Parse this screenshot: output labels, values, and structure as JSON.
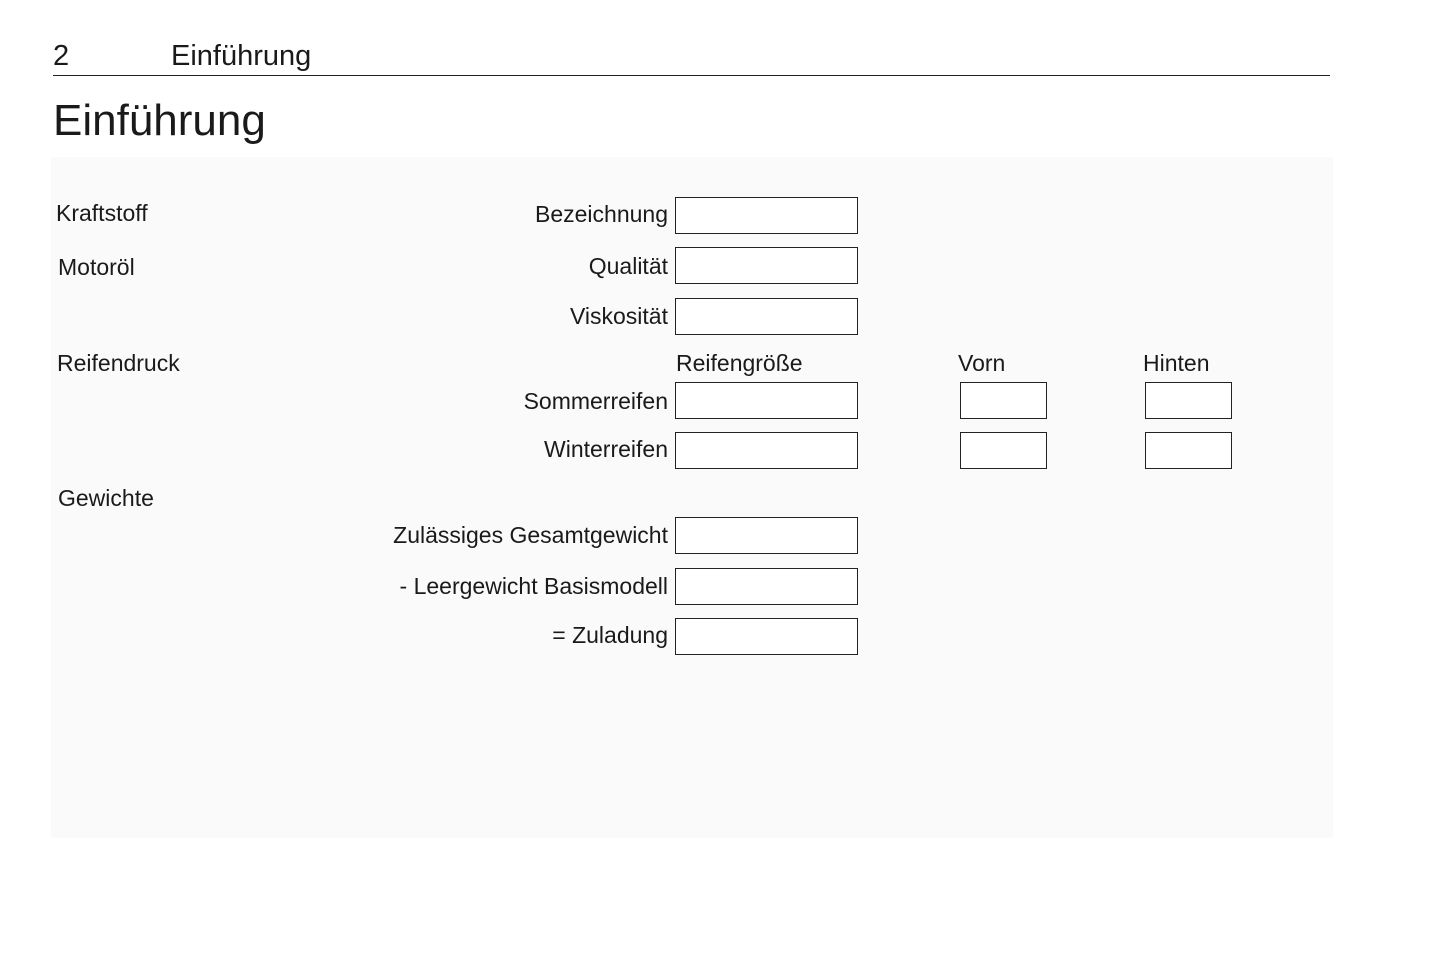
{
  "header": {
    "page_number": "2",
    "section": "Einführung"
  },
  "title": "Einführung",
  "form": {
    "kraftstoff": {
      "section": "Kraftstoff",
      "bezeichnung_label": "Bezeichnung",
      "bezeichnung_value": ""
    },
    "motoroel": {
      "section": "Motoröl",
      "qualitaet_label": "Qualität",
      "qualitaet_value": "",
      "viskositaet_label": "Viskosität",
      "viskositaet_value": ""
    },
    "reifendruck": {
      "section": "Reifendruck",
      "columns": [
        "Reifengröße",
        "Vorn",
        "Hinten"
      ],
      "rows": [
        {
          "label": "Sommerreifen",
          "groesse": "",
          "vorn": "",
          "hinten": ""
        },
        {
          "label": "Winterreifen",
          "groesse": "",
          "vorn": "",
          "hinten": ""
        }
      ]
    },
    "gewichte": {
      "section": "Gewichte",
      "rows": [
        {
          "label": "Zulässiges Gesamtgewicht",
          "value": ""
        },
        {
          "label": "- Leergewicht Basismodell",
          "value": ""
        },
        {
          "label": "= Zuladung",
          "value": ""
        }
      ]
    }
  }
}
